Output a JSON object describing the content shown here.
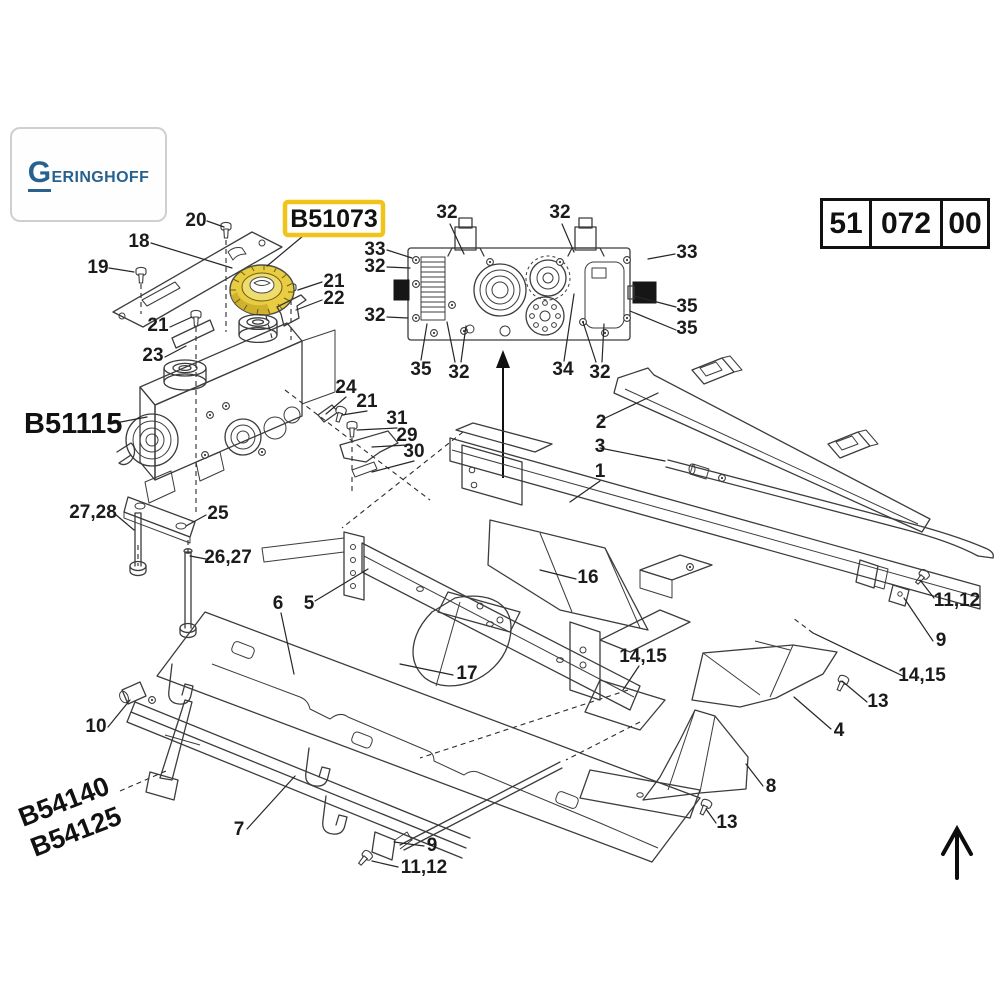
{
  "logo": {
    "g": "G",
    "rest": "ERINGHOFF"
  },
  "part_number_box": {
    "cells": [
      "51",
      "072",
      "00"
    ]
  },
  "highlighted_part": {
    "label": "B51073"
  },
  "assembly_labels": {
    "left_gearbox": "B51115",
    "lower_left_a": "B54140",
    "lower_left_b": "B54125"
  },
  "callouts": [
    "20",
    "18",
    "19",
    "21",
    "22",
    "33",
    "32",
    "32",
    "32",
    "33",
    "35",
    "35",
    "32",
    "35",
    "32",
    "34",
    "32",
    "21",
    "23",
    "24",
    "21",
    "31",
    "29",
    "30",
    "2",
    "3",
    "1",
    "27,28",
    "25",
    "26,27",
    "16",
    "6",
    "5",
    "17",
    "14,15",
    "9",
    "14,15",
    "13",
    "4",
    "8",
    "13",
    "10",
    "7",
    "9",
    "11,12",
    "11,12"
  ],
  "colors": {
    "highlight_yellow": "#e8cc41",
    "highlight_shade": "#c7a827",
    "highlight_border": "#f0c419",
    "logo_blue": "#27618f",
    "line_art": "#3c3c3c"
  }
}
